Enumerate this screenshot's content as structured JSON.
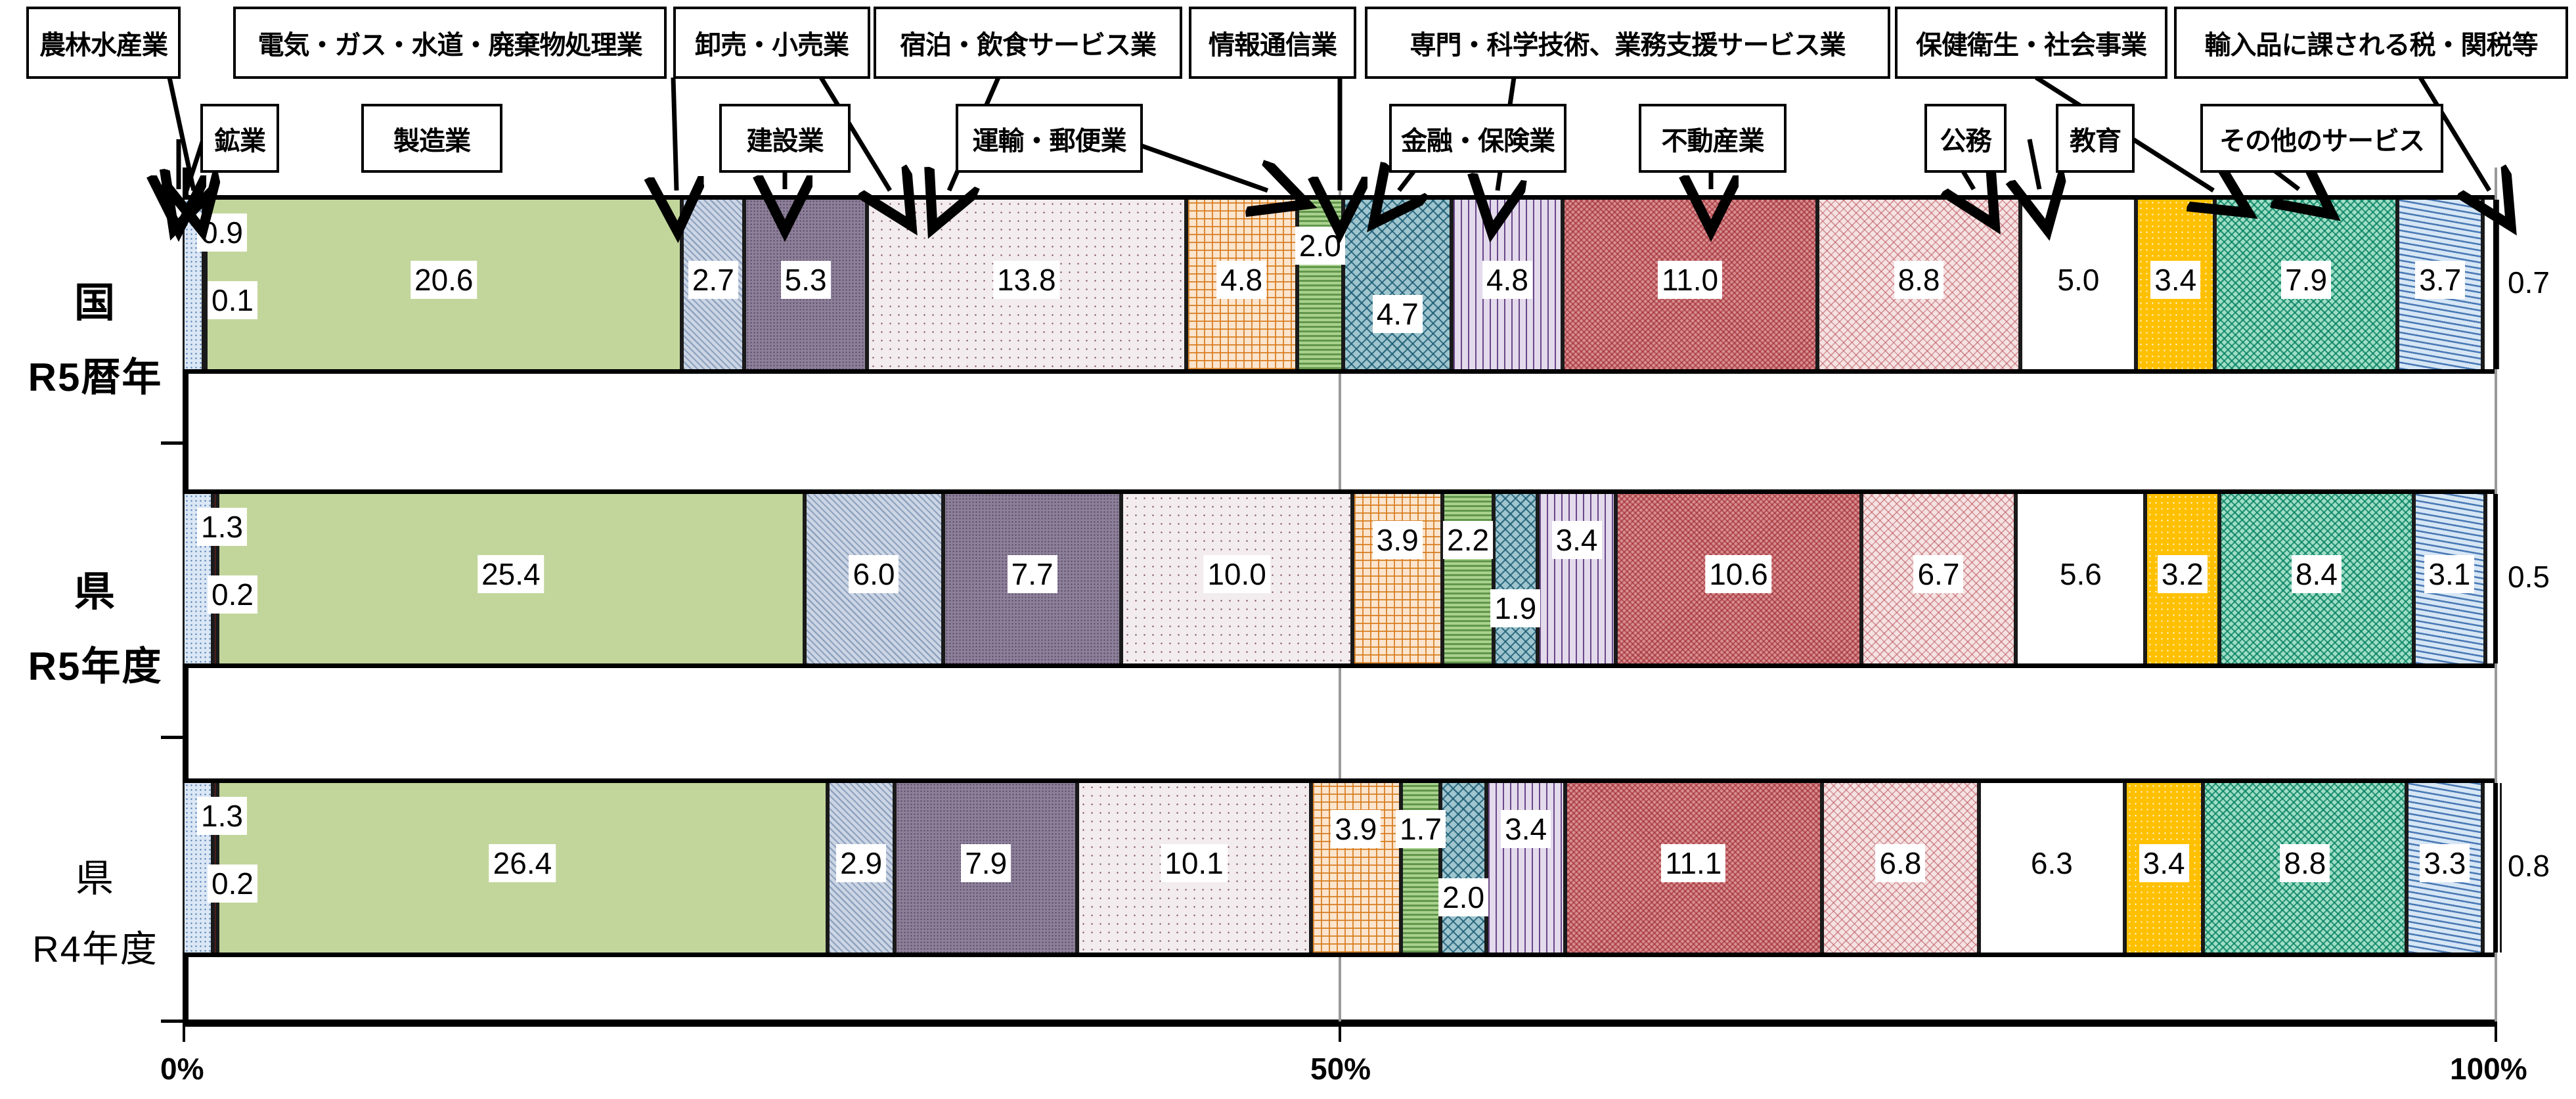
{
  "chart_data": {
    "type": "bar",
    "subtype": "100%-stacked-horizontal",
    "title": "",
    "xlabel": "",
    "ylabel": "",
    "xlim": [
      0,
      100
    ],
    "xticks": [
      "0%",
      "50%",
      "100%"
    ],
    "xtick_values": [
      0,
      50,
      100
    ],
    "grid": false,
    "legend_position": "callout-boxes-above-chart",
    "categories": [
      "農林水産業",
      "鉱業",
      "製造業",
      "電気・ガス・水道・廃棄物処理業",
      "建設業",
      "卸売・小売業",
      "宿泊・飲食サービス業",
      "運輸・郵便業",
      "情報通信業",
      "金融・保険業",
      "専門・科学技術、業務支援サービス業",
      "不動産業",
      "公務",
      "教育",
      "保健衛生・社会事業",
      "その他のサービス",
      "輸入品に課される税・関税等"
    ],
    "series": [
      {
        "name": "国 R5暦年",
        "values": [
          0.9,
          0.1,
          20.6,
          2.7,
          5.3,
          13.8,
          4.8,
          2.0,
          4.7,
          4.8,
          11.0,
          8.8,
          5.0,
          3.4,
          7.9,
          3.7,
          0.7
        ]
      },
      {
        "name": "県 R5年度",
        "values": [
          1.3,
          0.2,
          25.4,
          6.0,
          7.7,
          10.0,
          3.9,
          2.2,
          1.9,
          3.4,
          10.6,
          6.7,
          5.6,
          3.2,
          8.4,
          3.1,
          0.5
        ]
      },
      {
        "name": "県 R4年度",
        "values": [
          1.3,
          0.2,
          26.4,
          2.9,
          7.9,
          10.1,
          3.9,
          1.7,
          2.0,
          3.4,
          11.1,
          6.8,
          6.3,
          3.4,
          8.8,
          3.3,
          0.8
        ]
      }
    ],
    "colors": [
      "#dbe7f5",
      "#7b2320",
      "#c2d69b",
      "#ccd5e4",
      "#8d8099",
      "#f2ecee",
      "#fbe5cf",
      "#a9d18e",
      "#9fc5ce",
      "#e3daec",
      "#d98f93",
      "#f5e2e2",
      "#ffffff",
      "#ffc000",
      "#9fdec5",
      "#d6e6f5",
      "#ffffff"
    ]
  },
  "callouts": {
    "top_row": [
      {
        "id": "agri",
        "label": "農林水産業"
      },
      {
        "id": "utilities",
        "label": "電気・ガス・水道・廃棄物処理業"
      },
      {
        "id": "wholesale",
        "label": "卸売・小売業"
      },
      {
        "id": "accomfood",
        "label": "宿泊・飲食サービス業"
      },
      {
        "id": "infocomm",
        "label": "情報通信業"
      },
      {
        "id": "professional",
        "label": "専門・科学技術、業務支援サービス業"
      },
      {
        "id": "health",
        "label": "保健衛生・社会事業"
      },
      {
        "id": "importtax",
        "label": "輸入品に課される税・関税等"
      }
    ],
    "second_row": [
      {
        "id": "mining",
        "label": "鉱業"
      },
      {
        "id": "manufacture",
        "label": "製造業"
      },
      {
        "id": "construct",
        "label": "建設業"
      },
      {
        "id": "transport",
        "label": "運輸・郵便業"
      },
      {
        "id": "finance",
        "label": "金融・保険業"
      },
      {
        "id": "realestate",
        "label": "不動産業"
      },
      {
        "id": "publicadmin",
        "label": "公務"
      },
      {
        "id": "education",
        "label": "教育"
      },
      {
        "id": "otherserv",
        "label": "その他のサービス"
      }
    ]
  },
  "rows": [
    {
      "line1": "国",
      "line2": "R5暦年",
      "left_upper": "0.9",
      "left_lower": "0.1",
      "right_outside": "0.7"
    },
    {
      "line1": "県",
      "line2": "R5年度",
      "left_upper": "1.3",
      "left_lower": "0.2",
      "right_outside": "0.5"
    },
    {
      "line1": "県",
      "line2": "R4年度",
      "left_upper": "1.3",
      "left_lower": "0.2",
      "right_outside": "0.8"
    }
  ],
  "axis": {
    "ticks": [
      "0%",
      "50%",
      "100%"
    ]
  }
}
